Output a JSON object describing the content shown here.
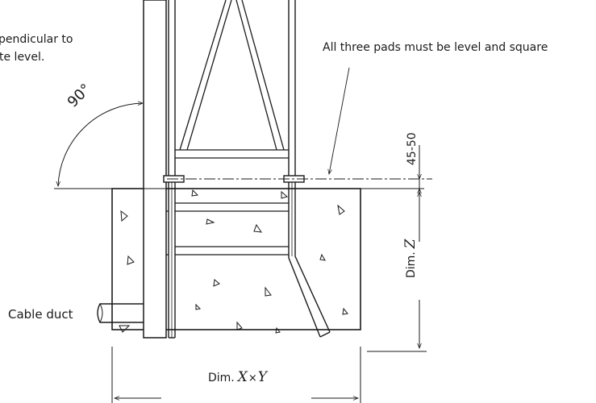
{
  "notes": {
    "perpendicular_line1": "pendicular to",
    "perpendicular_line2": "te level.",
    "level_square": "All three pads must be level and square"
  },
  "angle": {
    "label": "90°"
  },
  "dimensions": {
    "gap_label": "45-50",
    "depth_prefix": "Dim.",
    "depth_var": "Z",
    "width_prefix": "Dim.",
    "width_var": "X",
    "width_times": "×",
    "width_var2": "Y"
  },
  "callouts": {
    "cable_duct": "Cable duct"
  }
}
